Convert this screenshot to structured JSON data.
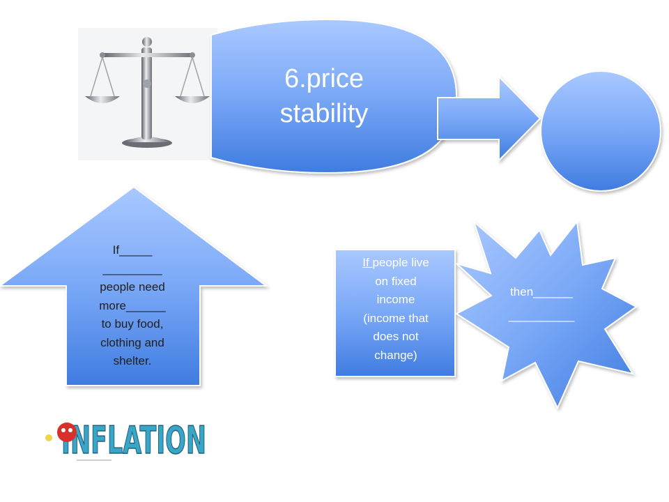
{
  "slide": {
    "main_shape": {
      "label_line1": "6.price",
      "label_line2": "stability"
    },
    "up_arrow": {
      "lines": [
        "If_____",
        "_________",
        "people need",
        "more______",
        "to buy food,",
        "clothing and",
        "shelter."
      ]
    },
    "fixed_income_box": {
      "prefix": "If ",
      "lines": [
        "people live",
        "on fixed",
        "income",
        "(income that",
        "does not",
        "change)"
      ]
    },
    "burst": {
      "line1": "then______",
      "line2": "__________"
    },
    "inflation_logo": {
      "text": "INFLATION"
    },
    "colors": {
      "shape_light": "#9dbfff",
      "shape_mid": "#6a9cf5",
      "shape_dark": "#3a76de",
      "text_on_shape": "#ffffff",
      "text_dark": "#1f1f1f",
      "logo_teal": "#3aa6c7",
      "logo_red": "#d6312b"
    },
    "icons": [
      "balance-scale-icon",
      "inflation-logo"
    ]
  }
}
